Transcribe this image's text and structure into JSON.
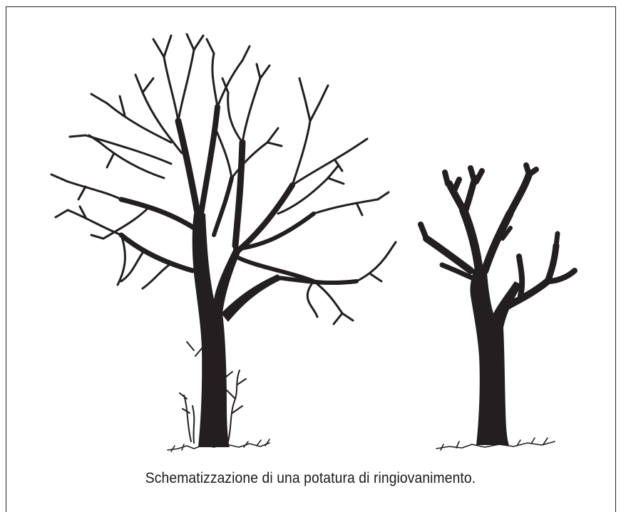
{
  "caption": "Schematizzazione di una potatura di ringiovanimento.",
  "colors": {
    "ink": "#231f20",
    "paper": "#ffffff"
  },
  "figures": [
    {
      "name": "unpruned-tree"
    },
    {
      "name": "pruned-tree"
    }
  ]
}
